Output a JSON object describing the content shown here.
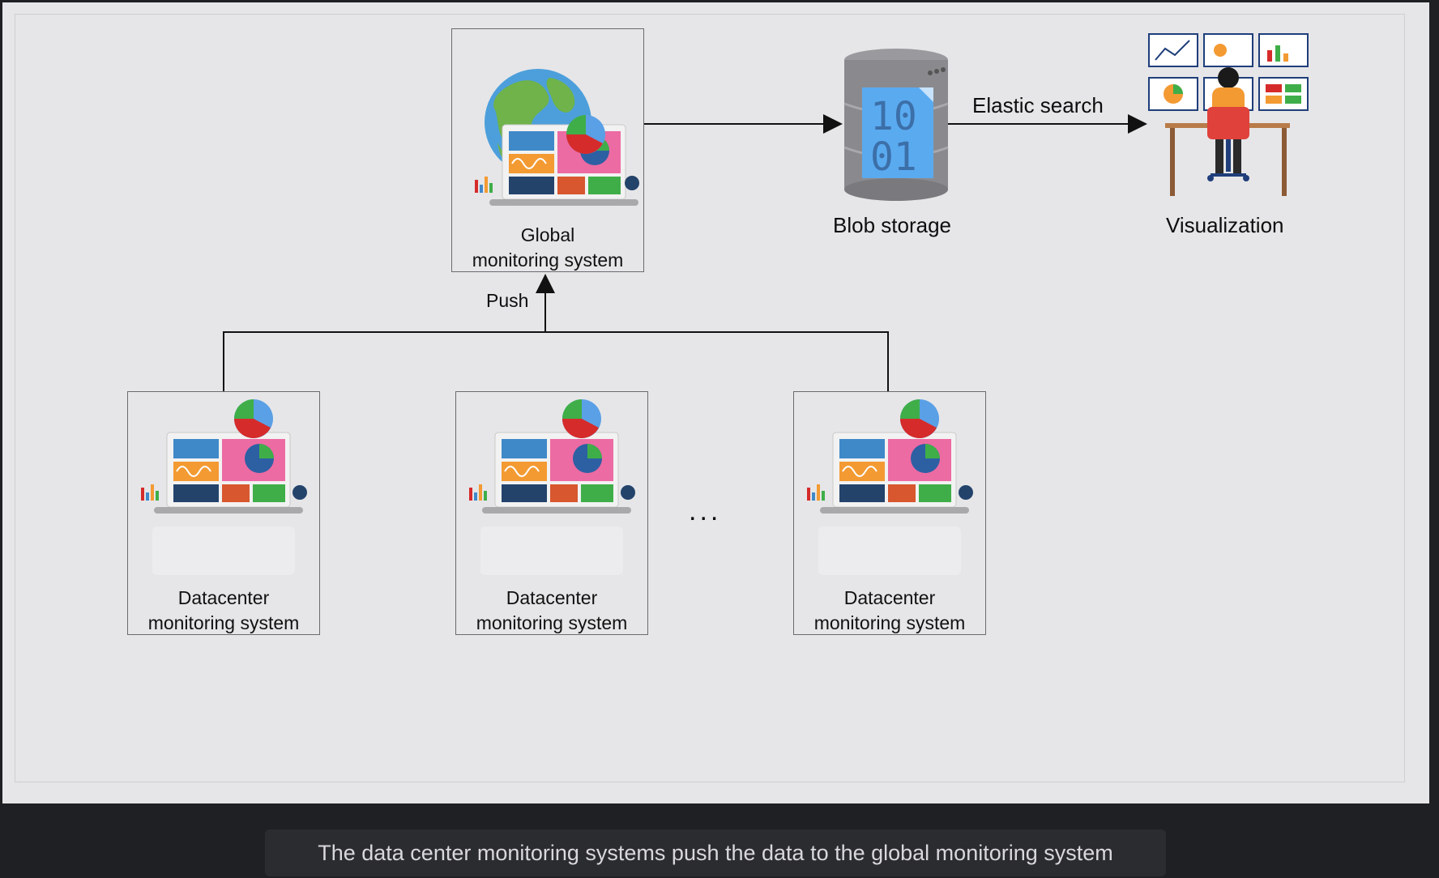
{
  "nodes": {
    "global": {
      "line1": "Global",
      "line2": "monitoring system"
    },
    "blob": {
      "label": "Blob storage",
      "bits_top": "10",
      "bits_bottom": "01"
    },
    "visualization": {
      "label": "Visualization"
    },
    "datacenters": [
      {
        "line1": "Datacenter",
        "line2": "monitoring system"
      },
      {
        "line1": "Datacenter",
        "line2": "monitoring system"
      },
      {
        "line1": "Datacenter",
        "line2": "monitoring system"
      }
    ]
  },
  "edges": {
    "push_label": "Push",
    "elastic_label": "Elastic search",
    "ellipsis": "..."
  },
  "caption": "The data center monitoring systems push the data to the global monitoring system",
  "colors": {
    "panel_bg": "#e6e6e8",
    "page_bg": "#1f2023",
    "caption_bg": "#2b2c30",
    "database": "#8a8a8e",
    "database_file": "#5aaaf0",
    "pie_green": "#3fae49",
    "pie_red": "#d62b2b",
    "pie_blue": "#5aa0e6",
    "screen_pink": "#ec6ba3",
    "screen_orange": "#f39a32"
  }
}
